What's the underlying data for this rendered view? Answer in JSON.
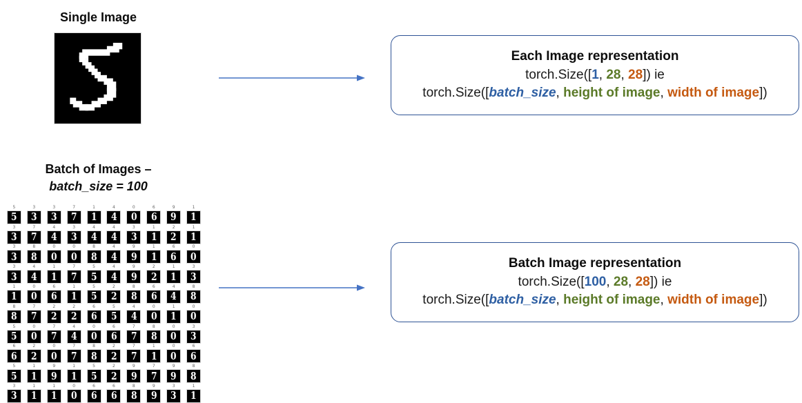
{
  "left_panel": {
    "single_title": "Single Image",
    "single_digit": "5",
    "batch_title": "Batch of Images –",
    "batch_subtitle": "batch_size = 100"
  },
  "arrows": {
    "color": "#4472c4",
    "single_arrow_name": "arrow-single-image-to-representation",
    "batch_arrow_name": "arrow-batch-images-to-representation"
  },
  "callouts": [
    {
      "id": "single",
      "title": "Each Image representation",
      "border_color": "#2e5395",
      "code_line": {
        "prefix": "torch.Size([",
        "dim0": "1",
        "sep1": ", ",
        "dim1": "28",
        "sep2": ", ",
        "dim2": "28",
        "suffix": "]) ie"
      },
      "legend_line": {
        "prefix": "torch.Size([",
        "dim0": "batch_size",
        "sep1": ", ",
        "dim1": "height of image",
        "sep2": ", ",
        "dim2": "width of image",
        "suffix": "])"
      }
    },
    {
      "id": "batch",
      "title": "Batch Image representation",
      "border_color": "#2e5395",
      "code_line": {
        "prefix": "torch.Size([",
        "dim0": "100",
        "sep1": ", ",
        "dim1": "28",
        "sep2": ", ",
        "dim2": "28",
        "suffix": "]) ie"
      },
      "legend_line": {
        "prefix": "torch.Size([",
        "dim0": "batch_size",
        "sep1": ", ",
        "dim1": "height of image",
        "sep2": ", ",
        "dim2": "width of image",
        "suffix": "])"
      }
    }
  ],
  "colors": {
    "batch_size_token": "#2e5fa3",
    "height_token": "#5b7a28",
    "width_token": "#c55a11",
    "arrow": "#4472c4",
    "callout_border": "#2e5395"
  },
  "batch_grid": {
    "rows": 10,
    "cols": 10,
    "labels": [
      [
        5,
        3,
        3,
        7,
        1,
        4,
        0,
        6,
        9,
        1
      ],
      [
        3,
        7,
        4,
        3,
        4,
        4,
        3,
        1,
        2,
        1
      ],
      [
        3,
        8,
        0,
        0,
        8,
        4,
        9,
        1,
        6,
        0
      ],
      [
        3,
        4,
        1,
        7,
        5,
        4,
        9,
        2,
        1,
        3
      ],
      [
        1,
        0,
        6,
        1,
        5,
        2,
        8,
        6,
        4,
        8
      ],
      [
        8,
        7,
        2,
        2,
        6,
        5,
        4,
        0,
        1,
        0
      ],
      [
        5,
        0,
        7,
        4,
        0,
        6,
        7,
        8,
        0,
        3
      ],
      [
        6,
        2,
        0,
        7,
        8,
        2,
        7,
        1,
        0,
        6
      ],
      [
        5,
        1,
        9,
        1,
        5,
        2,
        9,
        7,
        9,
        8
      ],
      [
        3,
        1,
        1,
        0,
        6,
        6,
        8,
        9,
        3,
        1
      ]
    ]
  }
}
